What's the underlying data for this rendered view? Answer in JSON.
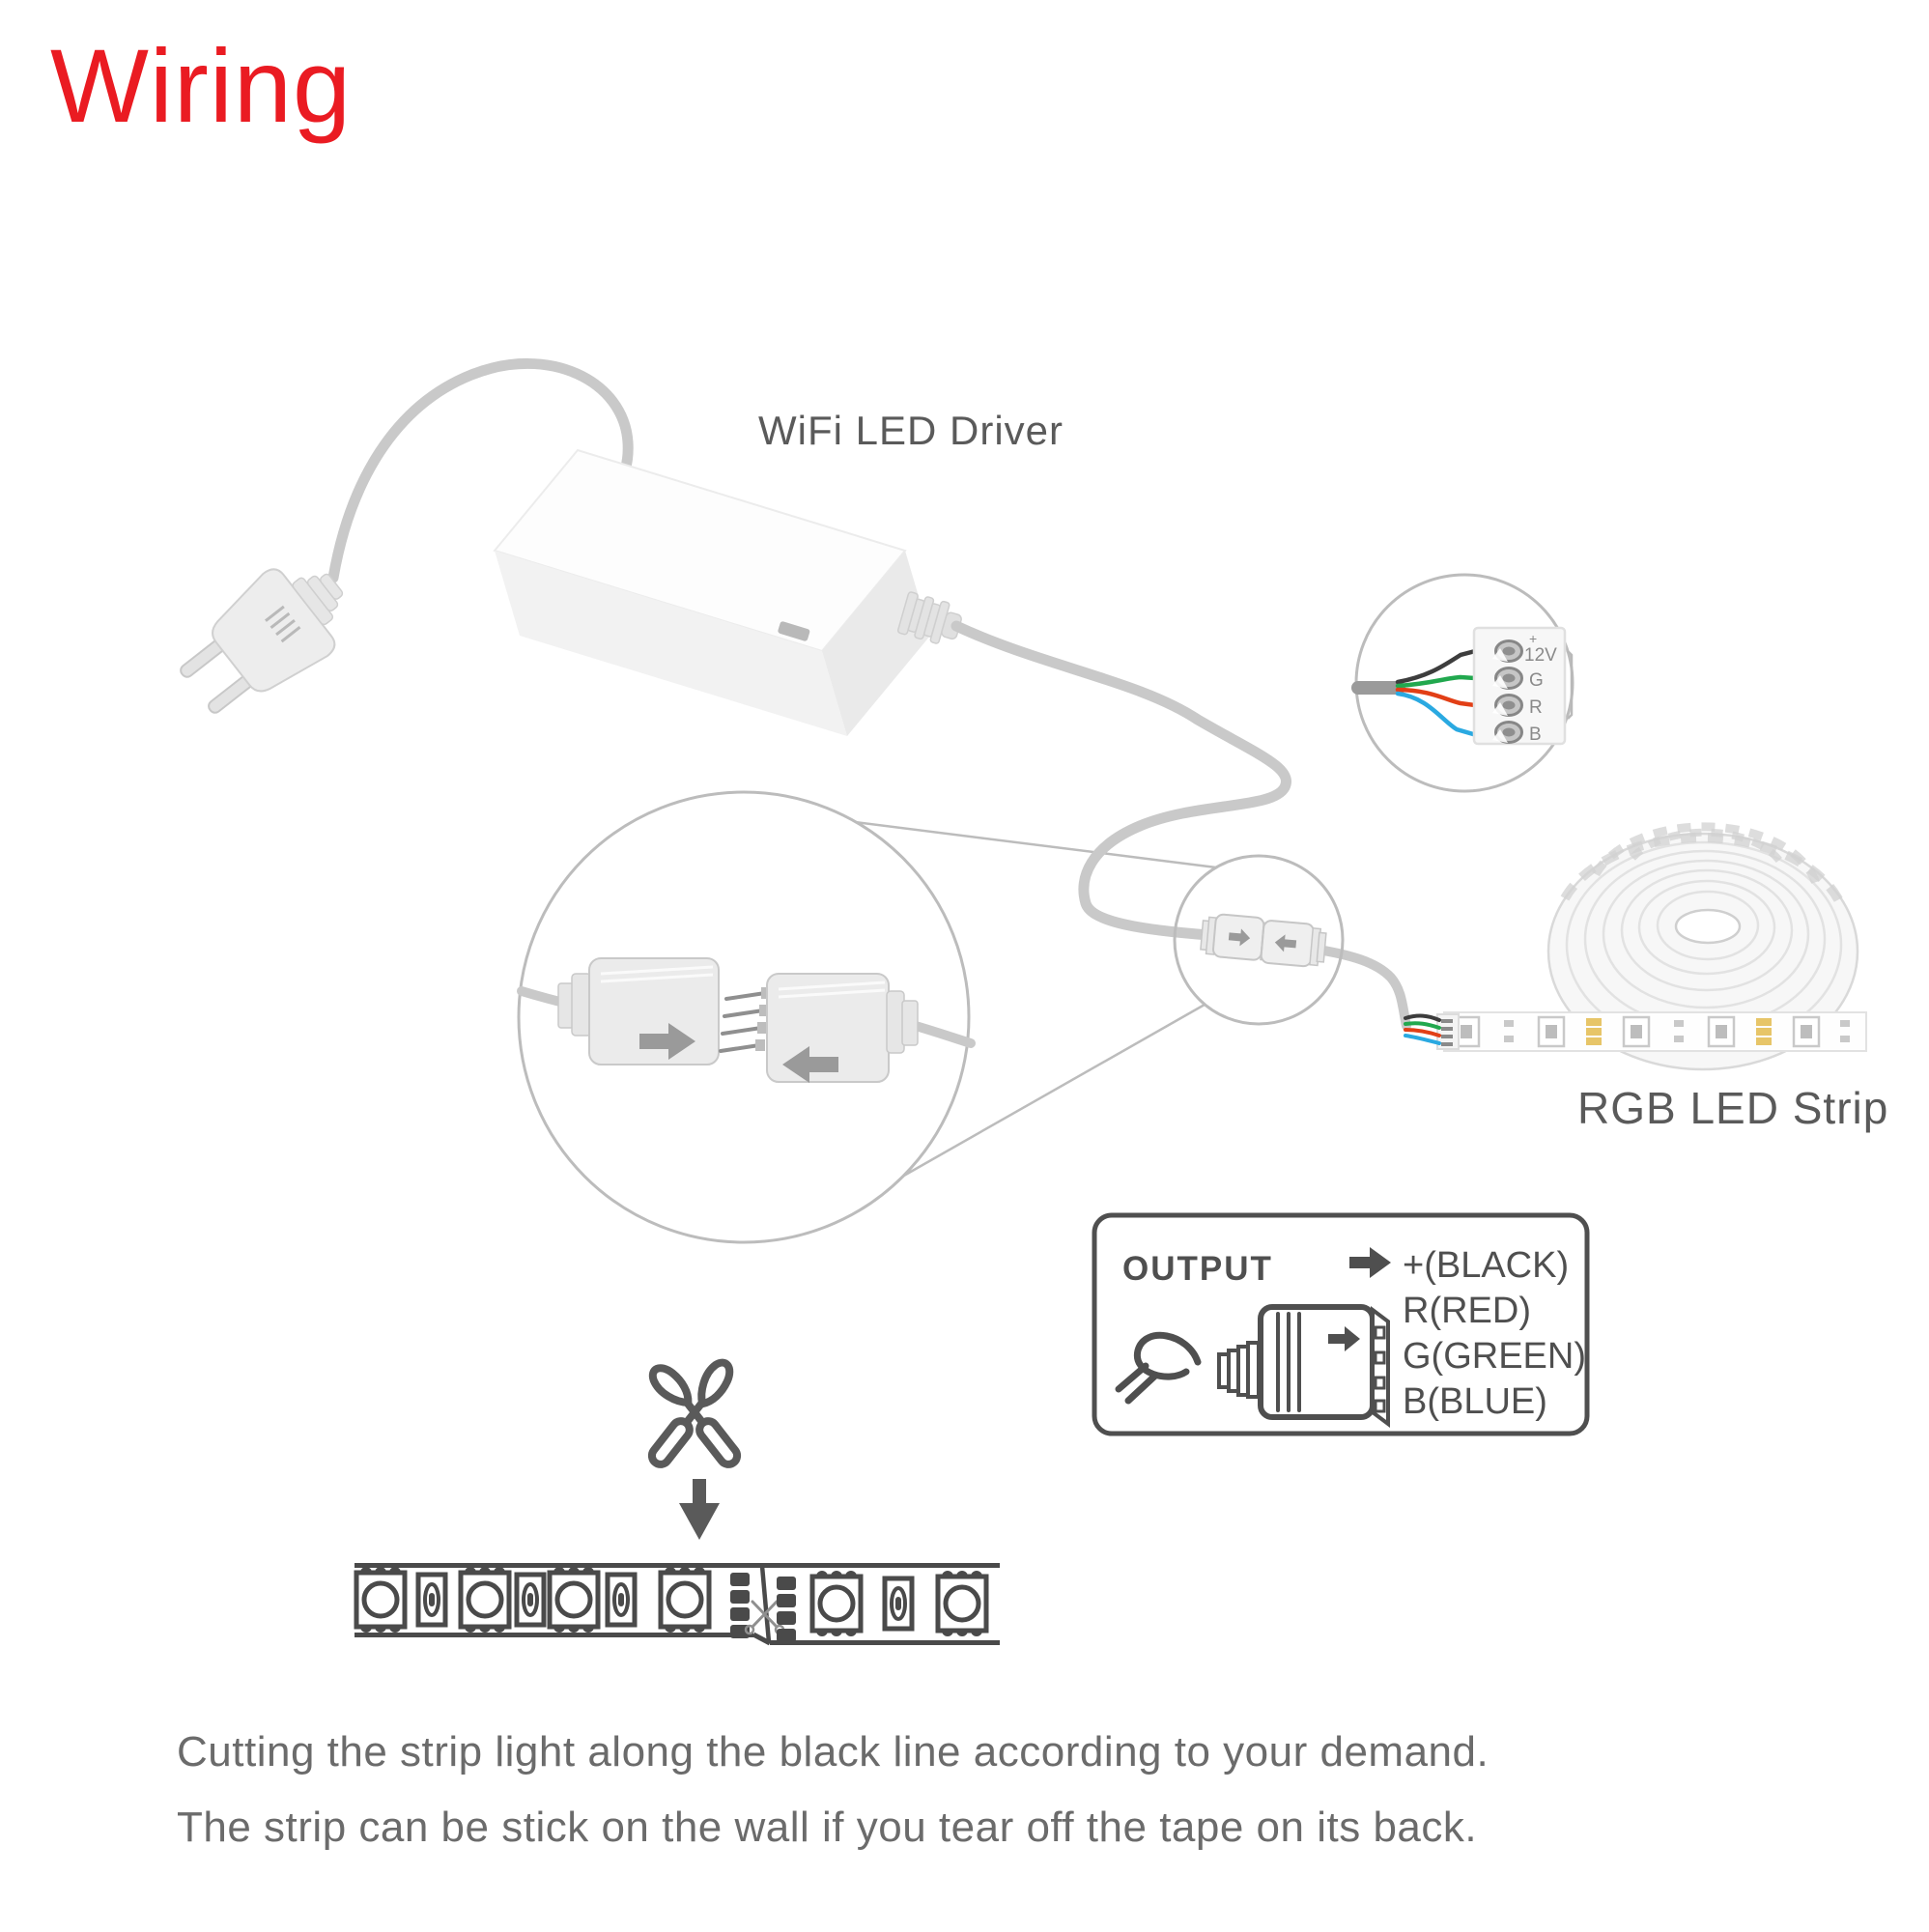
{
  "title": {
    "text": "Wiring"
  },
  "labels": {
    "driver": "WiFi LED Driver",
    "strip": "RGB LED Strip"
  },
  "terminal_detail": {
    "plus": "+",
    "terminals": [
      "12V",
      "G",
      "R",
      "B"
    ]
  },
  "output_panel": {
    "title": "OUTPUT",
    "lines": [
      "+(BLACK)",
      "R(RED)",
      "G(GREEN)",
      "B(BLUE)"
    ]
  },
  "caption": {
    "line1": "Cutting the strip light along the black line according to your demand.",
    "line2": "The strip can be stick on the wall if you tear off the tape on its back."
  },
  "colors": {
    "title_red": "#ea1b22",
    "label_gray": "#5a5a5a",
    "outline_gray": "#b9b9b9",
    "diagram_dark": "#4a4a4a",
    "wire_black": "#3d3d3d",
    "wire_green": "#21a84e",
    "wire_red": "#e23f16",
    "wire_blue": "#2aa9e1",
    "pad_yellow": "#e7c568"
  }
}
